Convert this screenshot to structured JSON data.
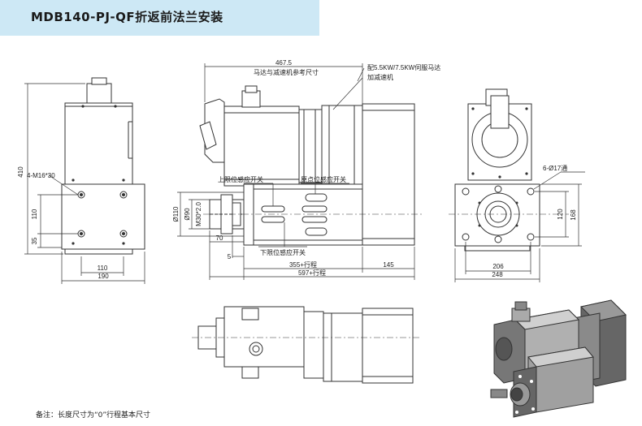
{
  "title": "MDB140-PJ-QF折返前法兰安装",
  "note": "备注：长度尺寸为“0”行程基本尺寸",
  "left_view": {
    "dim_height": "410",
    "dim_thread": "4-M16*30",
    "dim_110v": "110",
    "dim_35": "35",
    "dim_110h": "110",
    "dim_190": "190"
  },
  "side_view": {
    "dim_467": "467.5",
    "dim_467_note": "马达与减速机参考尺寸",
    "motor_note_1": "配5.5KW/7.5KW伺服马达",
    "motor_note_2": "加减速机",
    "upper_switch": "上限位感应开关",
    "origin_switch": "原点位感应开关",
    "lower_switch": "下限位感应开关",
    "dim_d110": "Ø110",
    "dim_d90": "Ø90",
    "dim_thread": "M30*2.0",
    "dim_70": "70",
    "dim_5": "5",
    "dim_355": "355+行程",
    "dim_145": "145",
    "dim_597": "597+行程"
  },
  "right_view": {
    "dim_holes": "6-Ø17通",
    "dim_120": "120",
    "dim_168": "168",
    "dim_206": "206",
    "dim_248": "248"
  }
}
